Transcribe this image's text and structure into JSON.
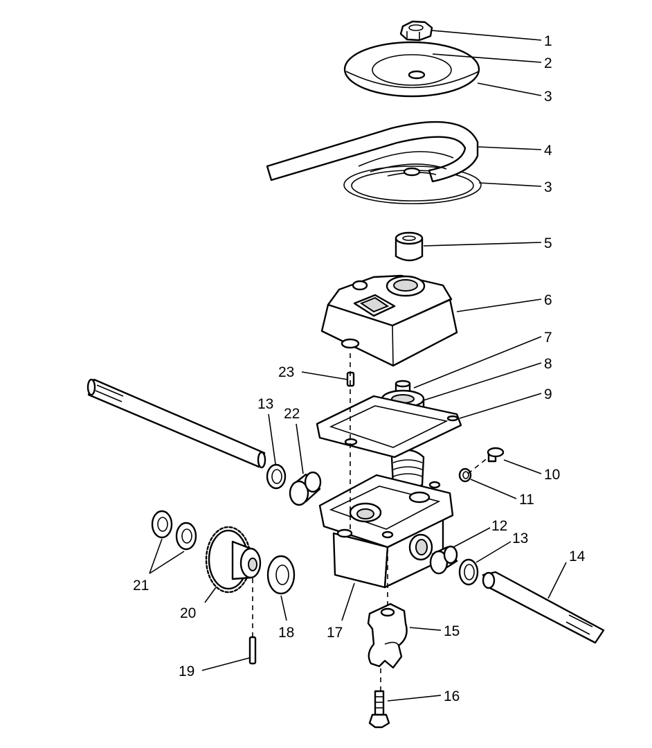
{
  "callouts": [
    {
      "label": "1",
      "part": "hex-nut"
    },
    {
      "label": "2",
      "part": "lock-washer"
    },
    {
      "label": "3",
      "part": "spring-cup-top"
    },
    {
      "label": "4",
      "part": "torsion-spring"
    },
    {
      "label": "3",
      "part": "spring-cup-bottom"
    },
    {
      "label": "5",
      "part": "spacer-bushing"
    },
    {
      "label": "6",
      "part": "gear-housing-cover"
    },
    {
      "label": "7",
      "part": "worm-shaft"
    },
    {
      "label": "8",
      "part": "bearing"
    },
    {
      "label": "9",
      "part": "gasket"
    },
    {
      "label": "10",
      "part": "screw"
    },
    {
      "label": "11",
      "part": "washer-small"
    },
    {
      "label": "12",
      "part": "bushing-right"
    },
    {
      "label": "13",
      "part": "thrust-washer-right"
    },
    {
      "label": "14",
      "part": "axle-shaft-right"
    },
    {
      "label": "15",
      "part": "mounting-bracket"
    },
    {
      "label": "16",
      "part": "bolt"
    },
    {
      "label": "17",
      "part": "gear-housing"
    },
    {
      "label": "18",
      "part": "washer-gear"
    },
    {
      "label": "19",
      "part": "roll-pin"
    },
    {
      "label": "20",
      "part": "worm-gear"
    },
    {
      "label": "21",
      "part": "shim-washers"
    },
    {
      "label": "22",
      "part": "bushing-left"
    },
    {
      "label": "13",
      "part": "thrust-washer-left"
    },
    {
      "label": "23",
      "part": "dowel-pin"
    }
  ]
}
